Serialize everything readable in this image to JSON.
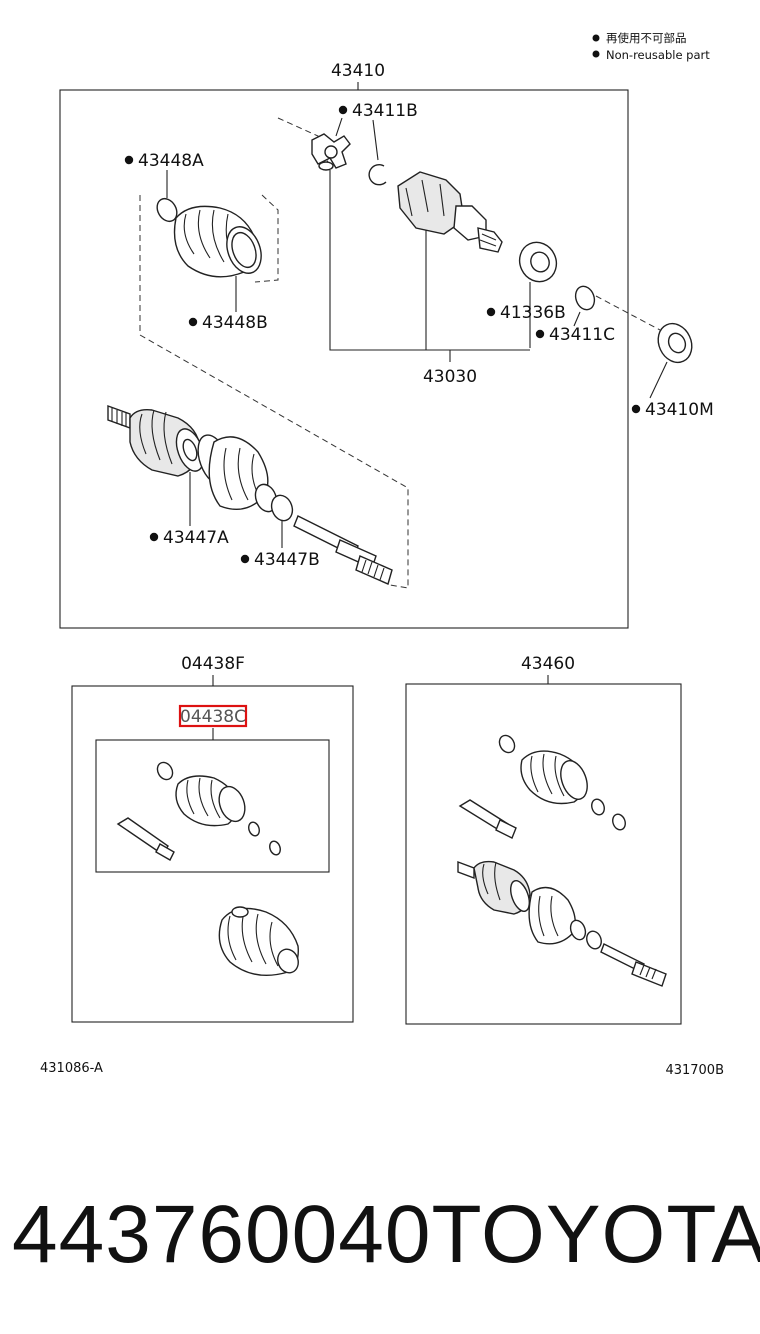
{
  "legend": {
    "jp": "再使用不可部品",
    "en": "Non-reusable part"
  },
  "assembly_main": {
    "number": "43410",
    "parts": {
      "p43411B": "43411B",
      "p43448A": "43448A",
      "p43448B": "43448B",
      "p41336B": "41336B",
      "p43411C": "43411C",
      "p43030": "43030",
      "p43410M": "43410M",
      "p43447A": "43447A",
      "p43447B": "43447B"
    }
  },
  "kit_left": {
    "number": "04438F",
    "highlighted_part": "04438C"
  },
  "kit_right": {
    "number": "43460"
  },
  "references": {
    "left": "431086-A",
    "right": "431700B"
  },
  "footer": {
    "part_number": "443760040",
    "brand": "TOYOTA"
  },
  "colors": {
    "highlight": "#dd1111",
    "line": "#222222"
  }
}
